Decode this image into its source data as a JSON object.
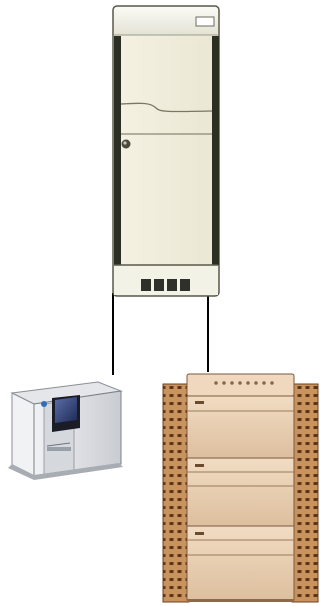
{
  "diagram": {
    "nodes": [
      {
        "id": "server-tower",
        "kind": "server-cabinet-icon"
      },
      {
        "id": "tape-library",
        "kind": "tape-drive-unit-icon"
      },
      {
        "id": "storage-array",
        "kind": "disk-array-enclosure-icon"
      }
    ],
    "edges": [
      {
        "from": "server-tower",
        "to": "tape-library"
      },
      {
        "from": "server-tower",
        "to": "storage-array"
      }
    ]
  }
}
